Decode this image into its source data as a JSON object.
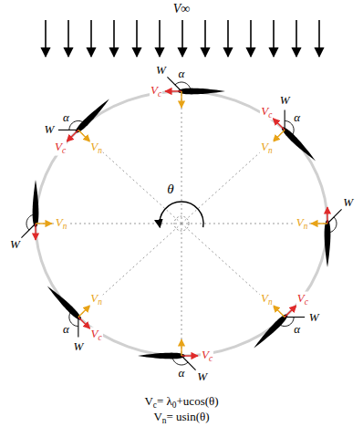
{
  "diagram": {
    "labels": [
      "V∞",
      "α",
      "W",
      "Vc",
      "α",
      "W",
      "Vc",
      "Vn",
      "Vn",
      "W",
      "W",
      "Vc",
      "Vn",
      "α",
      "Vc",
      "W",
      "α",
      "Vc",
      "W",
      "Vn",
      "α",
      "Vn",
      "W",
      "Vc",
      "Vn",
      "W",
      "α",
      "θ",
      "Vc= λ0+ucos(θ)",
      "Vn= usin(θ)"
    ]
  }
}
